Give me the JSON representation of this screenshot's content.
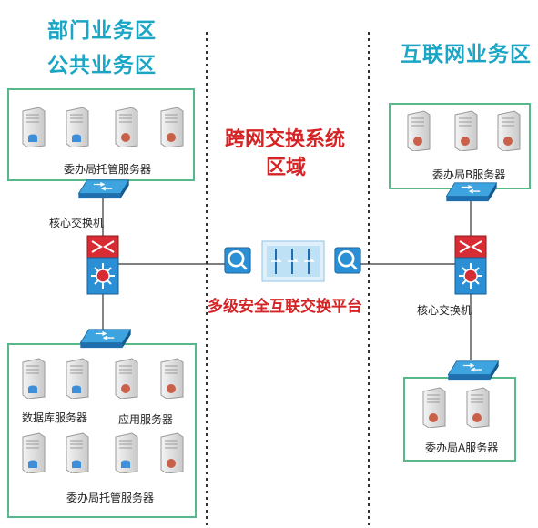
{
  "titles": {
    "dept_line1": "部门业务区",
    "dept_line2": "公共业务区",
    "internet": "互联网业务区",
    "cross_line1": "跨网交换系统",
    "cross_line2": "区域",
    "platform": "多级安全互联交换平台"
  },
  "labels": {
    "top_left_group": "委办局托管服务器",
    "left_core_switch": "核心交换机",
    "db_servers": "数据库服务器",
    "app_servers": "应用服务器",
    "bottom_left_group": "委办局托管服务器",
    "b_servers": "委办局B服务器",
    "right_core_switch": "核心交换机",
    "a_servers": "委办局A服务器"
  },
  "colors": {
    "teal": "#1aa6c4",
    "red": "#d42426",
    "zone_border": "#57b98a",
    "switch_blue": "#2c8fd0"
  },
  "icons": [
    "server-icon",
    "switch-icon",
    "core-switch-icon",
    "gateway-icon",
    "exchange-device-icon"
  ]
}
